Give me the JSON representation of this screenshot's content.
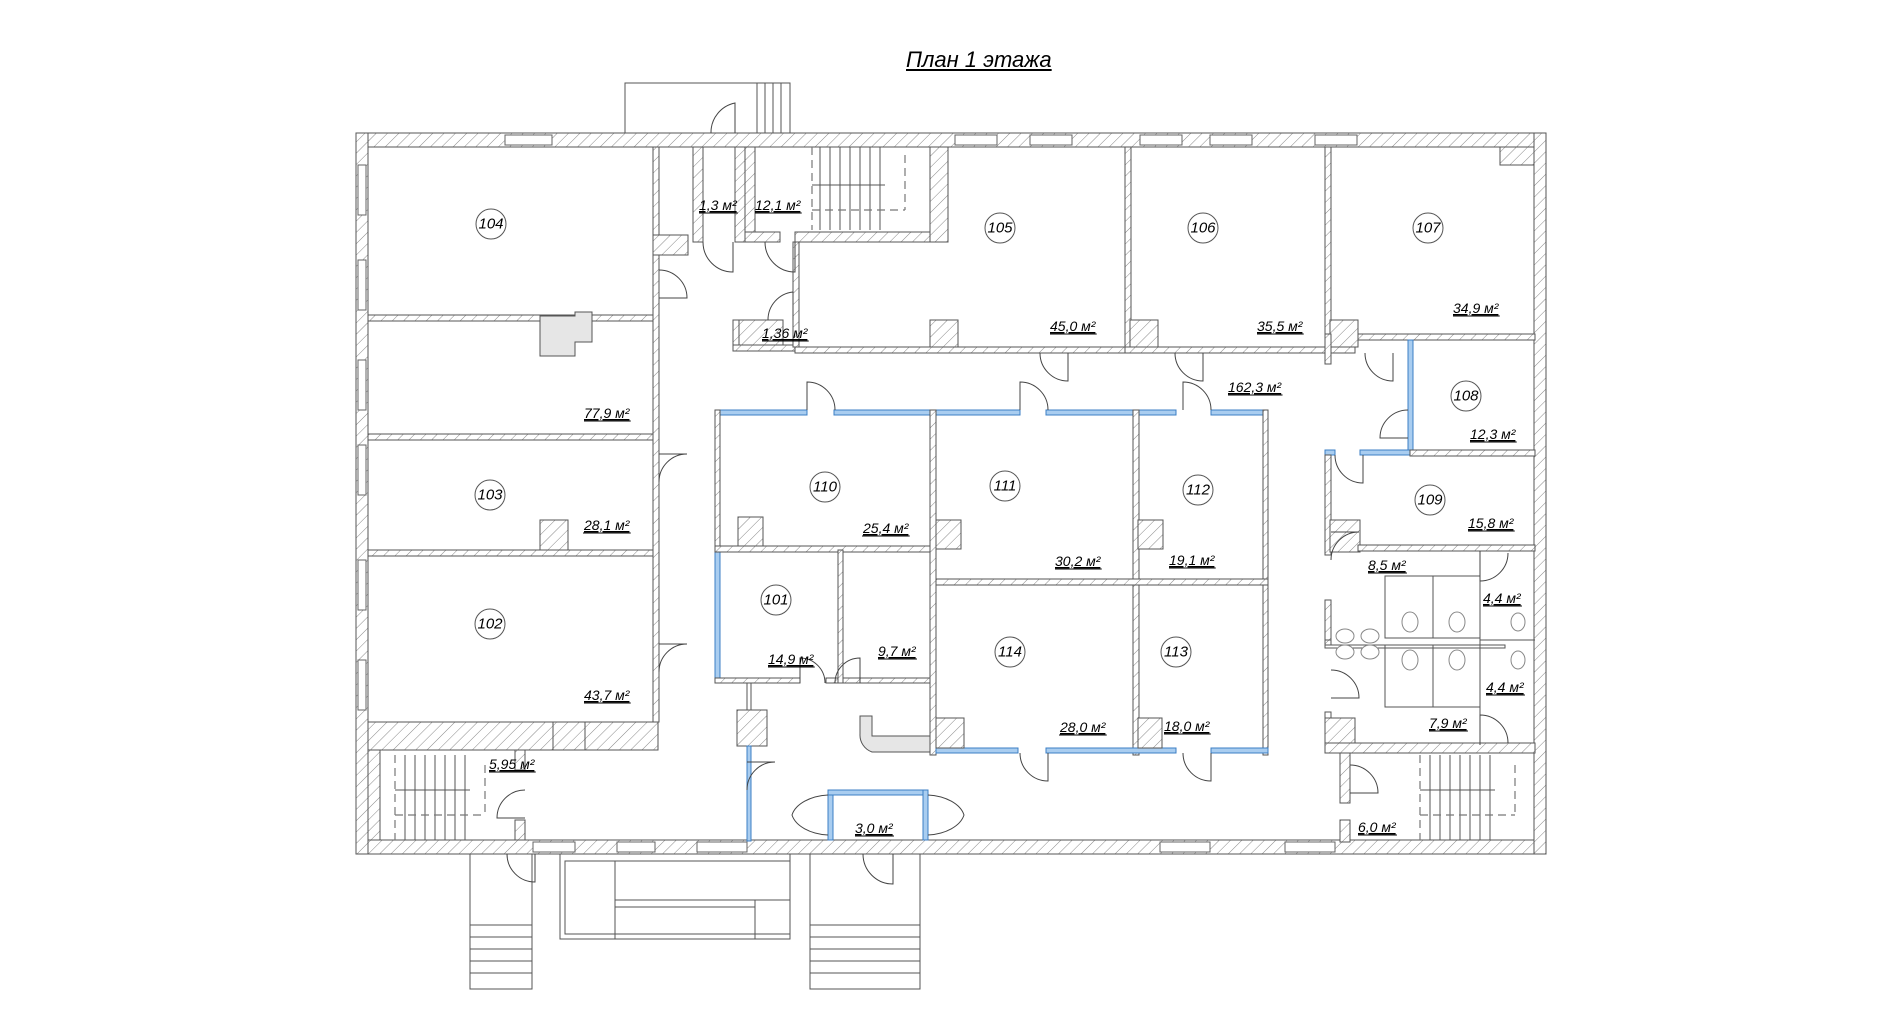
{
  "title": "План 1 этажа",
  "area_unit": "м²",
  "colors": {
    "wall_stroke": "#555555",
    "glass_partition": "#a9cdf0",
    "glass_edge": "#3c7fc4",
    "shaft_fill": "#e6e6e6"
  },
  "rooms": [
    {
      "id": "104",
      "label": "104",
      "area": "77,9 м²"
    },
    {
      "id": "103",
      "label": "103",
      "area": "28,1 м²"
    },
    {
      "id": "102",
      "label": "102",
      "area": "43,7 м²"
    },
    {
      "id": "105",
      "label": "105",
      "area": "45,0 м²"
    },
    {
      "id": "106",
      "label": "106",
      "area": "35,5 м²"
    },
    {
      "id": "107",
      "label": "107",
      "area": "34,9 м²"
    },
    {
      "id": "108",
      "label": "108",
      "area": "12,3 м²"
    },
    {
      "id": "109",
      "label": "109",
      "area": "15,8 м²"
    },
    {
      "id": "110",
      "label": "110",
      "area": "25,4 м²"
    },
    {
      "id": "111",
      "label": "111",
      "area": "30,2 м²"
    },
    {
      "id": "112",
      "label": "112",
      "area": "19,1 м²"
    },
    {
      "id": "101",
      "label": "101",
      "area": "14,9 м²"
    },
    {
      "id": "114",
      "label": "114",
      "area": "28,0 м²"
    },
    {
      "id": "113",
      "label": "113",
      "area": "18,0 м²"
    }
  ],
  "unnumbered_areas": [
    {
      "id": "vestibule-top",
      "area": "1,3 м²"
    },
    {
      "id": "stair-top",
      "area": "12,1 м²"
    },
    {
      "id": "storage-small",
      "area": "1,36 м²"
    },
    {
      "id": "corridor",
      "area": "162,3 м²"
    },
    {
      "id": "wc-hall-top",
      "area": "8,5 м²"
    },
    {
      "id": "wc-top",
      "area": "4,4 м²"
    },
    {
      "id": "wc-bottom",
      "area": "4,4 м²"
    },
    {
      "id": "wc-hall-bottom",
      "area": "7,9 м²"
    },
    {
      "id": "stair-right",
      "area": "6,0 м²"
    },
    {
      "id": "storage-101-side",
      "area": "9,7 м²"
    },
    {
      "id": "stair-left",
      "area": "5,95 м²"
    },
    {
      "id": "entrance-vestibule",
      "area": "3,0 м²"
    }
  ]
}
